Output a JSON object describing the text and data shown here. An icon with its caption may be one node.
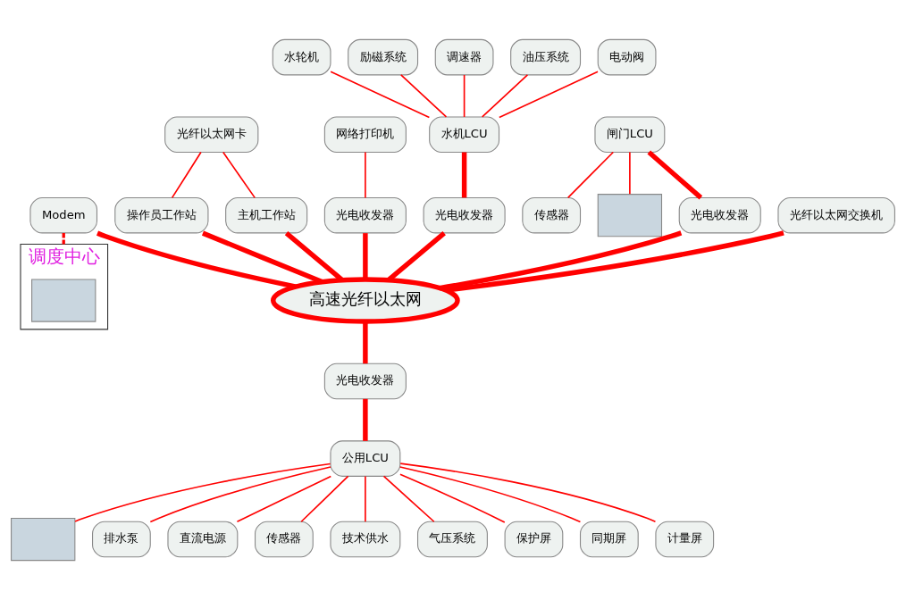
{
  "diagram": {
    "nodes": [
      {
        "text": [
          "调度中心"
        ]
      },
      {
        "text": [],
        "shape": "box",
        "in": 0
      },
      {
        "text": [
          "操作员工作站"
        ]
      },
      {
        "text": [
          "主机工作站"
        ]
      },
      {
        "text": [
          "光纤以太网卡"
        ]
      },
      {
        "text": [
          "网络打印机"
        ]
      },
      {
        "text": [
          "光电收发器"
        ]
      },
      {
        "text": [
          "水轮机"
        ]
      },
      {
        "text": [
          "水机LCU"
        ]
      },
      {
        "text": [
          "励磁系统"
        ]
      },
      {
        "text": [
          "调速器"
        ]
      },
      {
        "text": [
          "油压系统"
        ]
      },
      {
        "text": [
          "电动阀"
        ]
      },
      {
        "text": [
          "光电收发器"
        ]
      },
      {
        "text": [
          "高速光纤以太网"
        ]
      },
      {
        "text": [
          "Modem"
        ]
      },
      {
        "text": [
          "闸门LCU"
        ]
      },
      {
        "text": [
          "传感器"
        ]
      },
      {
        "text": [],
        "shape": "box"
      },
      {
        "text": [
          "光电收发器"
        ]
      },
      {
        "text": [
          "光纤以太网交换机"
        ]
      },
      {
        "text": [
          "光电收发器"
        ]
      },
      {
        "text": [
          "公用LCU"
        ]
      },
      {
        "text": [],
        "shape": "box"
      },
      {
        "text": [
          "排水泵"
        ]
      },
      {
        "text": [
          "直流电源"
        ]
      },
      {
        "text": [
          "传感器"
        ]
      },
      {
        "text": [
          "技术供水"
        ]
      },
      {
        "text": [
          "气压系统"
        ]
      },
      {
        "text": [
          "保护屏"
        ]
      },
      {
        "text": [
          "同期屏"
        ]
      },
      {
        "text": [
          "计量屏"
        ]
      }
    ],
    "edges": [
      {
        "from": 15,
        "to": 0,
        "arrow": "none",
        "style": "dashed"
      },
      {
        "from": 2,
        "to": 14,
        "arrow": "none",
        "style": "thick"
      },
      {
        "from": 3,
        "to": 14,
        "arrow": "none",
        "style": "thick"
      },
      {
        "from": 15,
        "to": 14,
        "arrow": "none",
        "style": "thick"
      },
      {
        "from": 4,
        "to": 2,
        "arrow": "none"
      },
      {
        "from": 4,
        "to": 3,
        "arrow": "none"
      },
      {
        "from": 5,
        "to": 6,
        "arrow": "none"
      },
      {
        "from": 6,
        "to": 14,
        "arrow": "none",
        "style": "thick"
      },
      {
        "from": 7,
        "to": 8,
        "arrow": "none"
      },
      {
        "from": 9,
        "to": 8,
        "arrow": "none"
      },
      {
        "from": 10,
        "to": 8,
        "arrow": "none"
      },
      {
        "from": 11,
        "to": 8,
        "arrow": "none"
      },
      {
        "from": 12,
        "to": 8,
        "arrow": "none"
      },
      {
        "from": 8,
        "to": 13,
        "arrow": "none",
        "style": "thick"
      },
      {
        "from": 13,
        "to": 14,
        "arrow": "none",
        "style": "thick"
      },
      {
        "from": 16,
        "to": 17,
        "arrow": "none"
      },
      {
        "from": 16,
        "to": 18,
        "arrow": "none"
      },
      {
        "from": 16,
        "to": 19,
        "arrow": "none",
        "style": "thick"
      },
      {
        "from": 19,
        "to": 14,
        "arrow": "none",
        "style": "thick"
      },
      {
        "from": 20,
        "to": 14,
        "arrow": "none",
        "style": "thick"
      },
      {
        "from": 14,
        "to": 21,
        "arrow": "none",
        "style": "thick"
      },
      {
        "from": 21,
        "to": 22,
        "arrow": "none",
        "style": "thick"
      },
      {
        "from": 22,
        "to": 23,
        "arrow": "none"
      },
      {
        "from": 22,
        "to": 24,
        "arrow": "none"
      },
      {
        "from": 22,
        "to": 25,
        "arrow": "none"
      },
      {
        "from": 22,
        "to": 26,
        "arrow": "none"
      },
      {
        "from": 22,
        "to": 27,
        "arrow": "none"
      },
      {
        "from": 22,
        "to": 28,
        "arrow": "none"
      },
      {
        "from": 22,
        "to": 29,
        "arrow": "none"
      },
      {
        "from": 22,
        "to": 30,
        "arrow": "none"
      },
      {
        "from": 22,
        "to": 31,
        "arrow": "none"
      }
    ]
  }
}
